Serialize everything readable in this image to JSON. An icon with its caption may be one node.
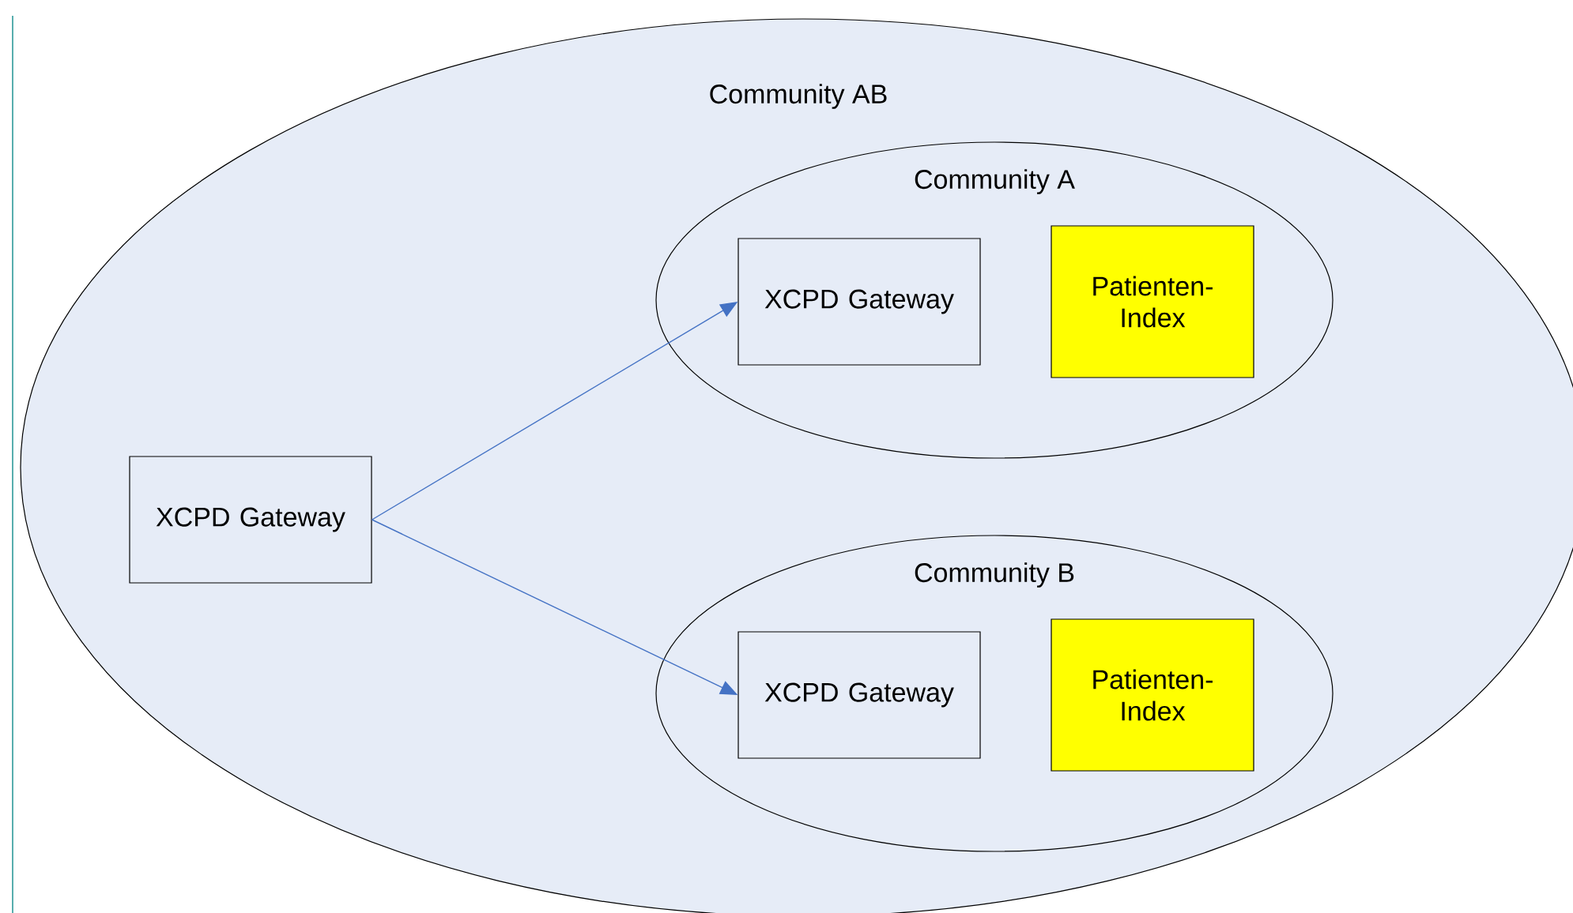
{
  "diagram": {
    "nodes": [
      {
        "text": [
          "Community AB"
        ]
      },
      {
        "text": [
          "XCPD Gateway"
        ],
        "in": 0
      },
      {
        "text": [
          "Community A"
        ],
        "in": 0
      },
      {
        "text": [
          "XCPD Gateway"
        ],
        "in": 2
      },
      {
        "text": [
          "Patienten- Index"
        ],
        "in": 2
      },
      {
        "text": [
          "Community B"
        ],
        "in": 0
      },
      {
        "text": [
          "XCPD Gateway"
        ],
        "in": 5
      },
      {
        "text": [
          "Patienten- Index"
        ],
        "in": 5
      }
    ],
    "edges": [
      {
        "from": 1,
        "to": 3,
        "arrow": "to"
      },
      {
        "from": 1,
        "to": 6,
        "arrow": "to"
      }
    ]
  }
}
